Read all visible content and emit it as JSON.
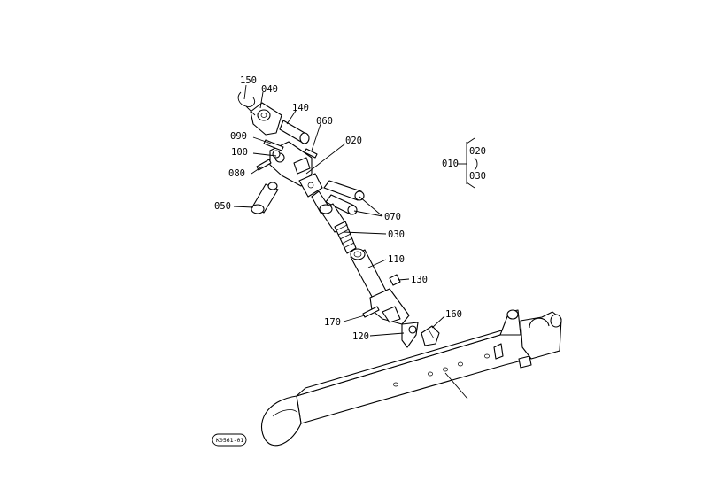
{
  "labels": {
    "p150": "150",
    "p040": "040",
    "p140": "140",
    "p060": "060",
    "p090": "090",
    "p020": "020",
    "p100": "100",
    "p080": "080",
    "p050": "050",
    "p070": "070",
    "p030": "030",
    "p110": "110",
    "p130": "130",
    "p160": "160",
    "p170": "170",
    "p120": "120"
  },
  "legend": {
    "parent": "010",
    "top": "020",
    "bottom": "030"
  },
  "drawing_code": "K0561-01"
}
